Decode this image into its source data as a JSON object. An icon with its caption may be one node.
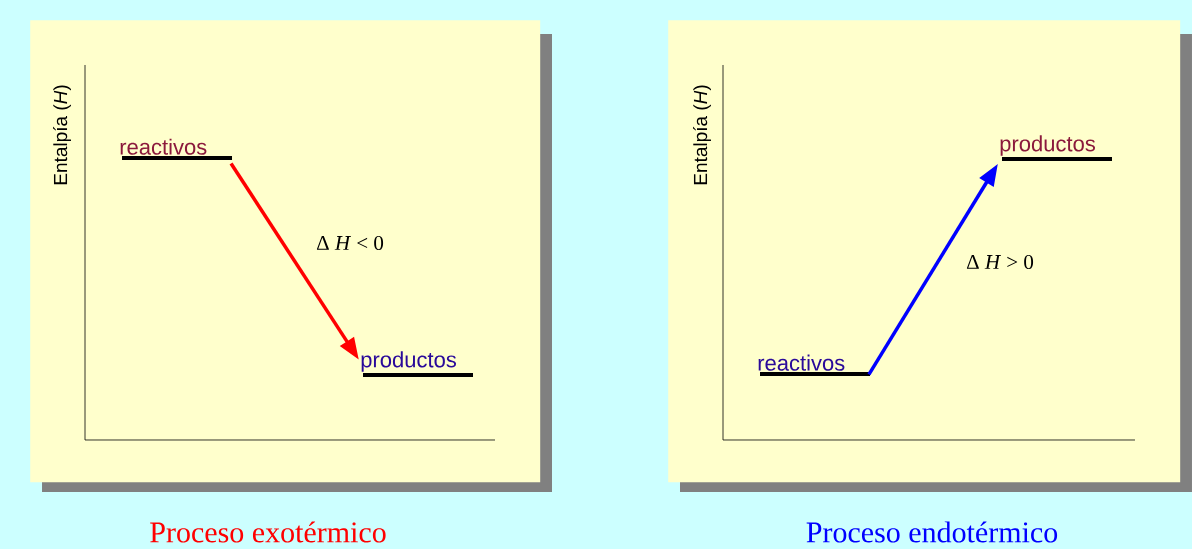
{
  "diagram": {
    "nodes": [
      {
        "text": [
          "Proceso exotérmico"
        ]
      },
      {
        "text": [
          "reactivos"
        ],
        "in": 0
      },
      {
        "text": [
          "productos"
        ],
        "in": 0
      },
      {
        "text": [
          "Proceso endotérmico"
        ]
      },
      {
        "text": [
          "reactivos"
        ],
        "in": 3
      },
      {
        "text": [
          "productos"
        ],
        "in": 3
      }
    ],
    "edges": [
      {
        "from": 1,
        "to": 2,
        "arrow": "to",
        "label": "Δ *H* < 0",
        "color": "#ff0000"
      },
      {
        "from": 4,
        "to": 5,
        "arrow": "to",
        "label": "Δ *H* > 0",
        "color": "#0000ff"
      }
    ],
    "labels": [
      "Entalpía (*H*)",
      "Entalpía (*H*)"
    ]
  }
}
